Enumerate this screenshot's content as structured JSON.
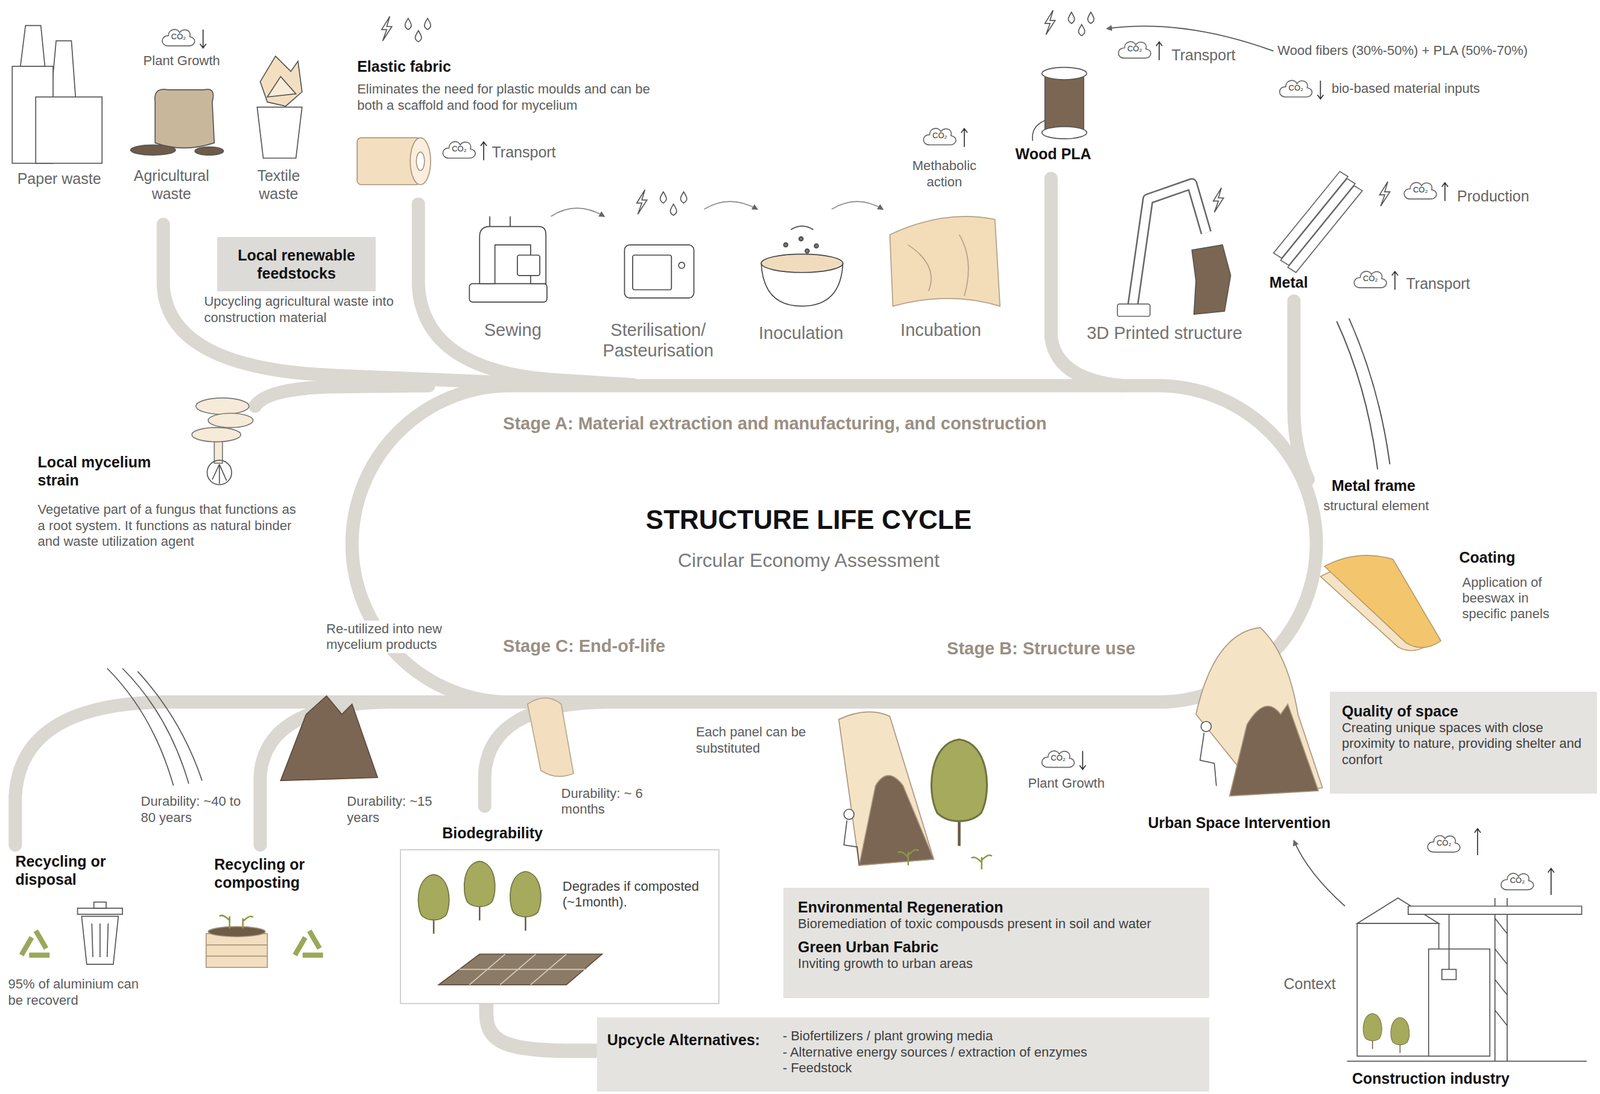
{
  "diagram": {
    "title": "STRUCTURE LIFE CYCLE",
    "caption": "Circular Economy Assessment",
    "nodes": [
      {
        "text": [
          "Local renewable feedstocks"
        ]
      },
      {
        "text": [
          "Quality of space",
          "Creating unique spaces with close proximity to nature, providing shelter and confort"
        ]
      },
      {
        "text": [
          "Biodegrability",
          "Degrades if composted (~1month)."
        ]
      },
      {
        "text": [
          "Environmental Regeneration",
          "Bioremediation of toxic compousds present in soil and water",
          "Green Urban Fabric",
          "Inviting growth to urban areas"
        ]
      },
      {
        "text": [
          "Upcycle Alternatives:",
          "- Biofertilizers / plant growing media",
          "- Alternative energy sources / extraction of enzymes",
          "- Feedstock"
        ]
      }
    ],
    "edges": [
      {
        "from": 2,
        "to": 4,
        "arrow": "none"
      }
    ],
    "labels": [
      "CO₂",
      "Plant Growth",
      "Paper waste",
      "Agricultural waste",
      "Textile waste",
      "Elastic fabric",
      "Eliminates the need for plastic moulds and can be both a scaffold and food for mycelium",
      "CO₂",
      "Transport",
      "Upcycling agricultural waste into construction material",
      "Sewing",
      "Sterilisation/ Pasteurisation",
      "Inoculation",
      "Incubation",
      "CO₂",
      "Methabolic action",
      "Wood PLA",
      "CO₂",
      "Transport",
      "Wood fibers (30%-50%) + PLA (50%-70%)",
      "CO₂",
      "bio-based material inputs",
      "3D Printed structure",
      "Metal",
      "CO₂",
      "Production",
      "CO₂",
      "Transport",
      "Stage A: Material extraction and manufacturing, and construction",
      "Local mycelium strain",
      "Vegetative part of a fungus that functions as a root system. It functions as natural binder and waste utilization agent",
      "Metal frame",
      "structural element",
      "Coating",
      "Application of beeswax in specific panels",
      "Re-utilized into new mycelium products",
      "Stage C: End-of-life",
      "Stage B: Structure use",
      "Each panel can be substituted",
      "CO₂",
      "Plant Growth",
      "Urban Space Intervention",
      "Durability: ~40 to 80 years",
      "Durability: ~15 years",
      "Durability: ~ 6 months",
      "Recycling or disposal",
      "Recycling or composting",
      "95% of aluminium can be recoverd",
      "Context",
      "CO₂",
      "CO₂",
      "Construction industry"
    ]
  }
}
